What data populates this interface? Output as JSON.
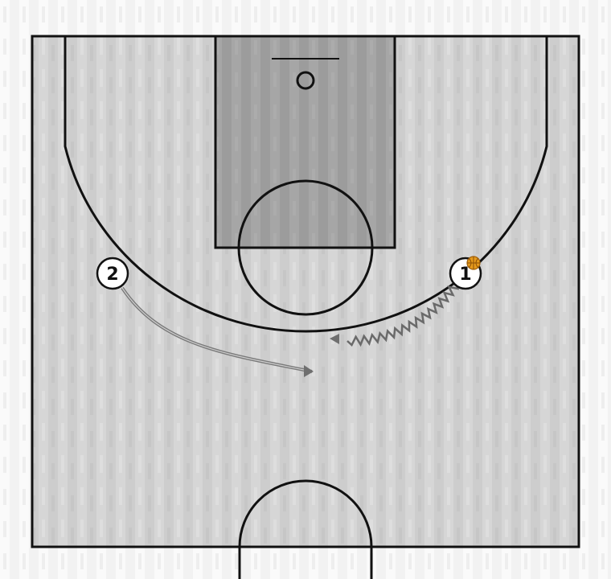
{
  "diagram": {
    "type": "basketball-half-court-play",
    "colors": {
      "background": "#f4f4f4",
      "court_floor": "#cfcfcf",
      "paint": "#9e9e9e",
      "lines": "#111111",
      "player_fill": "#ffffff",
      "ball": "#e59a1c",
      "movement_line": "#7a7a7a"
    },
    "players": [
      {
        "id": "player-2",
        "label": "2",
        "has_ball": false
      },
      {
        "id": "player-1",
        "label": "1",
        "has_ball": true
      }
    ],
    "actions": [
      {
        "type": "dribble",
        "player": "1",
        "line_style": "zigzag",
        "icon": "arrow-head-icon"
      },
      {
        "type": "cut",
        "player": "2",
        "line_style": "solid-curve",
        "icon": "arrow-head-icon"
      }
    ],
    "ball_icon": "basketball-icon"
  }
}
